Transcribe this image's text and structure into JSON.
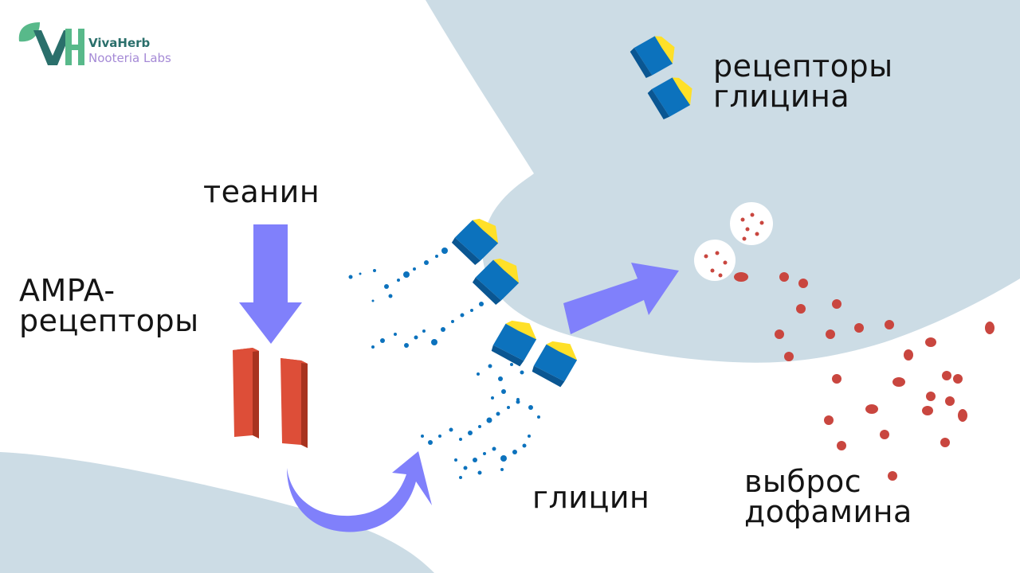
{
  "brand": {
    "name": "VivaHerb",
    "subtitle": "Nooteria Labs",
    "monogram": "VH",
    "colors": {
      "teal": "#2a6f6b",
      "green": "#58b98a",
      "lavender": "#a58ad6"
    }
  },
  "labels": {
    "glycine_receptors": [
      "рецепторы",
      "глицина"
    ],
    "theanine": "теанин",
    "ampa_receptors": [
      "AMPA-",
      "рецепторы"
    ],
    "glycine": "глицин",
    "dopamine_release": [
      "выброс",
      "дофамина"
    ]
  },
  "colors": {
    "background": "#ffffff",
    "neuron": "#ccdce5",
    "arrow": "#8080fb",
    "ampa_receptor": "#dd4e38",
    "ampa_receptor_side": "#a8331f",
    "glycine_receptor": "#0c72bd",
    "glycine_receptor_side": "#0a5692",
    "glycine_receptor_cap": "#ffe028",
    "glycine_dots": "#0c72bd",
    "dopamine_dots": "#c9463f",
    "text": "#141414"
  }
}
